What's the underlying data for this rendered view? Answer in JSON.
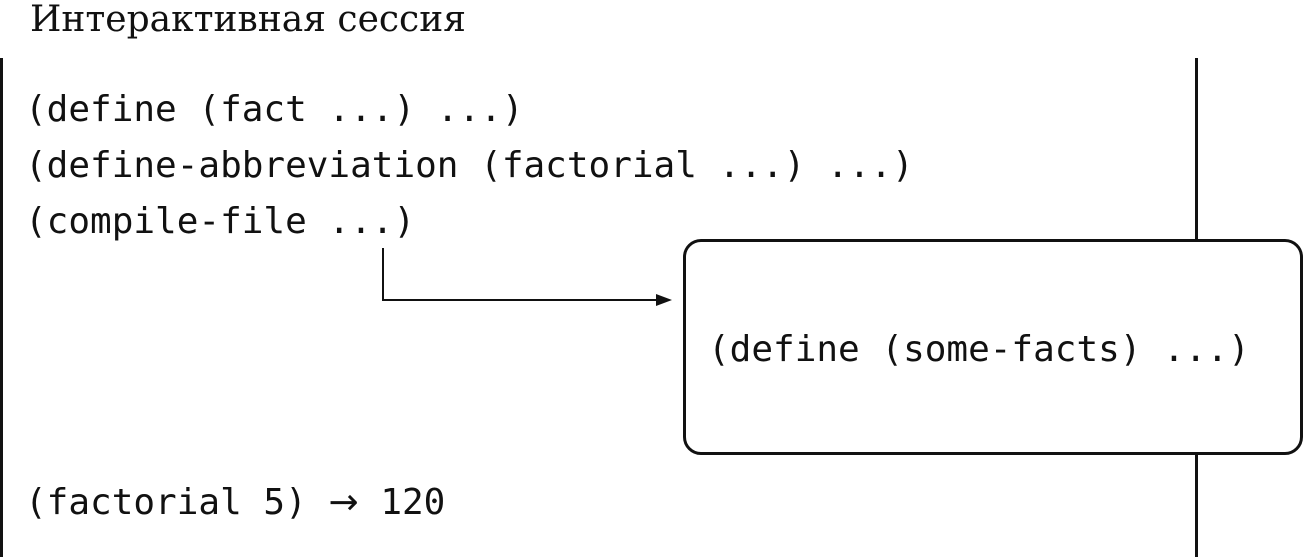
{
  "title": "Интерактивная сессия",
  "session": {
    "lines": [
      "(define (fact ...) ...)",
      "(define-abbreviation (factorial ...) ...)",
      "(compile-file ...)"
    ],
    "result": {
      "expression": "(factorial 5)",
      "arrow": "→",
      "value": "120"
    }
  },
  "file_box": {
    "content": "(define (some-facts) ...)"
  }
}
